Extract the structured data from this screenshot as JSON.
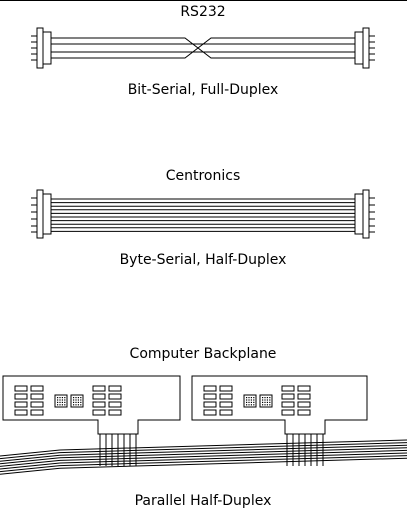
{
  "top_rule": true,
  "cables": [
    {
      "title": "RS232",
      "caption": "Bit-Serial, Full-Duplex"
    },
    {
      "title": "Centronics",
      "caption": "Byte-Serial, Half-Duplex"
    }
  ],
  "backplane": {
    "title": "Computer Backplane",
    "caption": "Parallel Half-Duplex"
  },
  "colors": {
    "line": "#000000",
    "background": "#ffffff"
  }
}
